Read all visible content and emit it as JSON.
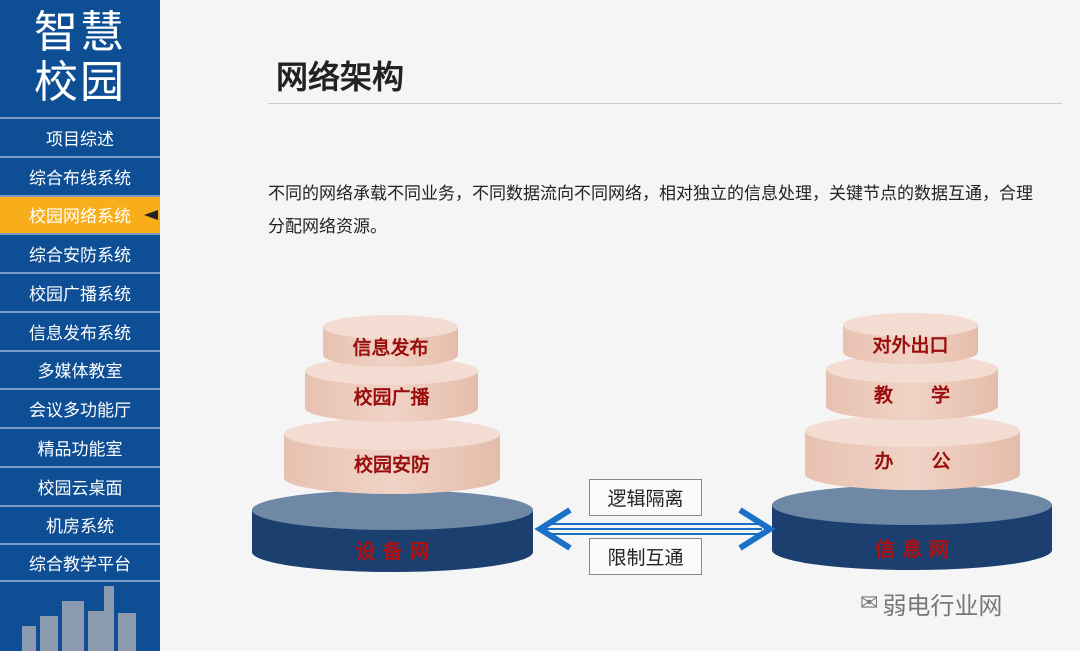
{
  "sidebar": {
    "logo": "智慧校园",
    "items": [
      {
        "label": "项目综述"
      },
      {
        "label": "综合布线系统"
      },
      {
        "label": "校园网络系统",
        "active": true
      },
      {
        "label": "综合安防系统"
      },
      {
        "label": "校园广播系统"
      },
      {
        "label": "信息发布系统"
      },
      {
        "label": "多媒体教室"
      },
      {
        "label": "会议多功能厅"
      },
      {
        "label": "精品功能室"
      },
      {
        "label": "校园云桌面"
      },
      {
        "label": "机房系统"
      },
      {
        "label": "综合教学平台"
      }
    ]
  },
  "main": {
    "title": "网络架构",
    "description": "不同的网络承载不同业务，不同数据流向不同网络，相对独立的信息处理，关键节点的数据互通，合理分配网络资源。"
  },
  "diagram": {
    "left": {
      "base": "设 备 网",
      "tiers": [
        "信息发布",
        "校园广播",
        "校园安防"
      ]
    },
    "right": {
      "base": "信 息 网",
      "tiers": [
        "对外出口",
        "教　　学",
        "办　　公"
      ]
    },
    "top_label": "逻辑隔离",
    "bottom_label": "限制互通"
  },
  "watermark": "弱电行业网",
  "colors": {
    "sidebar": "#0e4e95",
    "active": "#f8ae1a",
    "tier": "#eccabb",
    "base": "#1b3f6e",
    "text_red": "#a00000"
  }
}
